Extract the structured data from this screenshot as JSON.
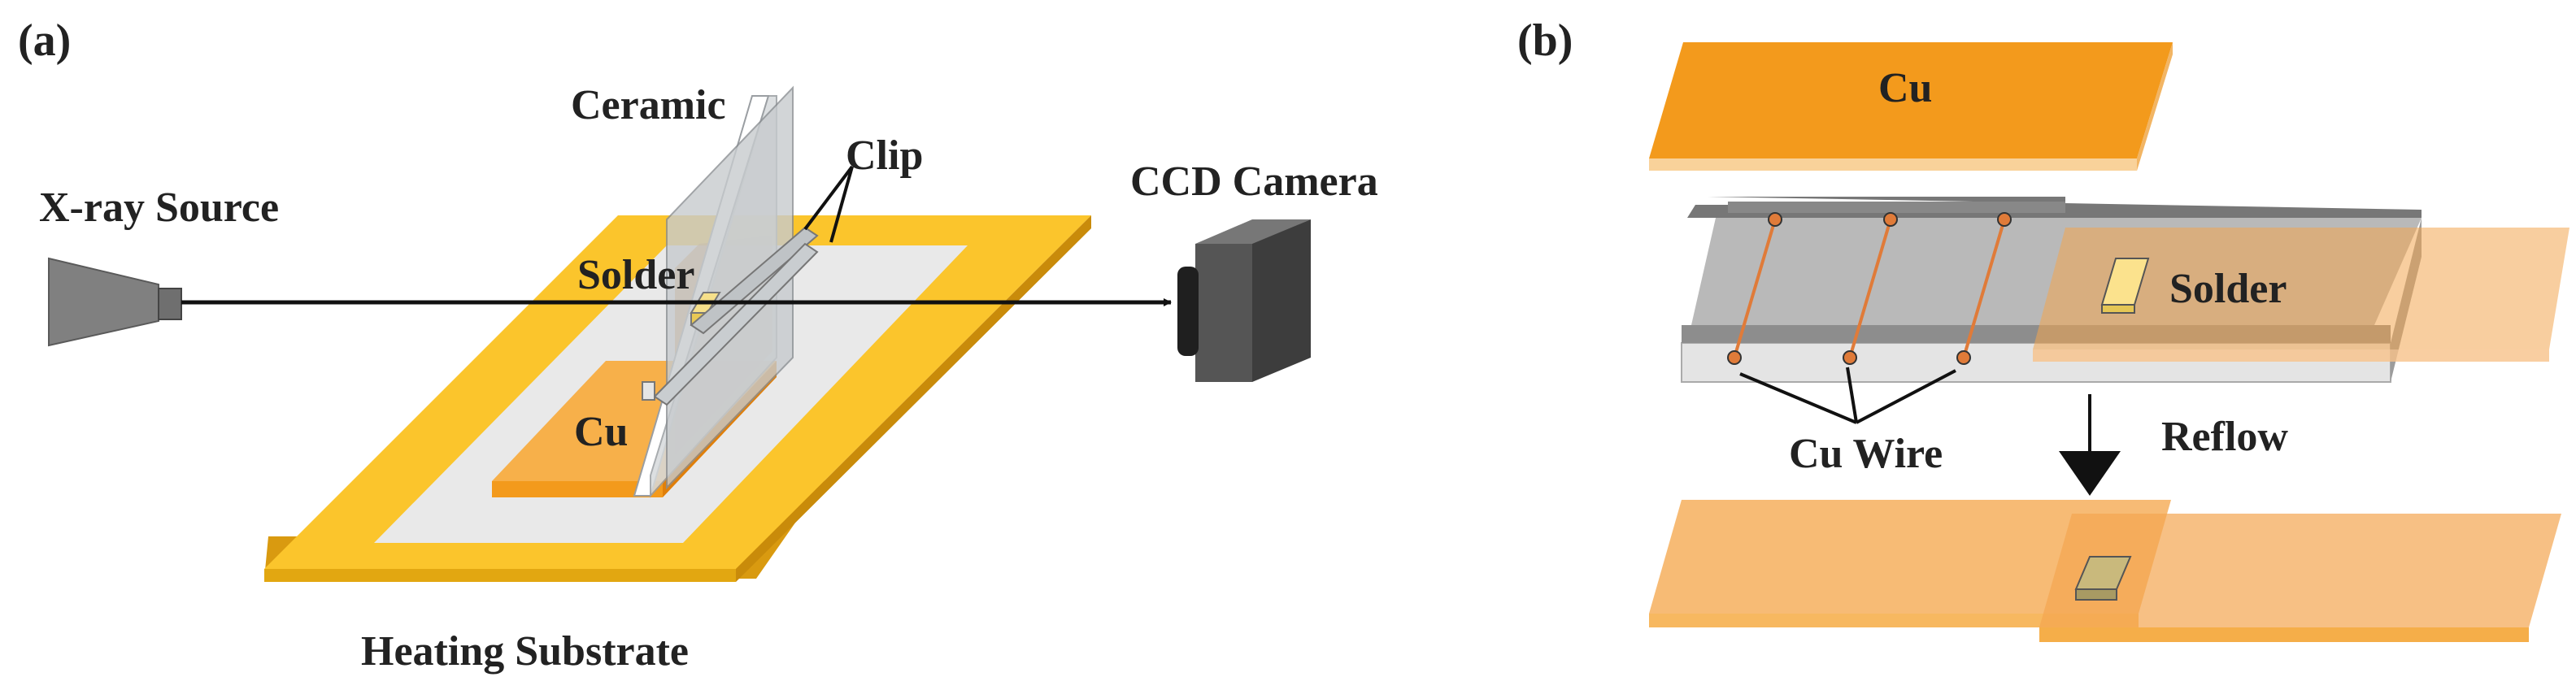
{
  "panel_a": {
    "label": "(a)",
    "xray_label": "X-ray Source",
    "ceramic_label": "Ceramic",
    "clip_label": "Clip",
    "solder_label": "Solder",
    "cu_label": "Cu",
    "camera_label": "CCD Camera",
    "substrate_label": "Heating Substrate"
  },
  "panel_b": {
    "label": "(b)",
    "cu_label": "Cu",
    "solder_label": "Solder",
    "cu_wire_label": "Cu Wire",
    "reflow_label": "Reflow"
  },
  "colors": {
    "substrate_yellow": "#fbc52c",
    "substrate_inner": "#e9e9e9",
    "cu_orange": "#f39a1c",
    "cu_light": "#f7bb75",
    "ceramic": "#cfd2d4",
    "solder_tan": "#c9b97c",
    "camera": "#555555",
    "xray": "#808080",
    "wire": "#e07b39"
  }
}
